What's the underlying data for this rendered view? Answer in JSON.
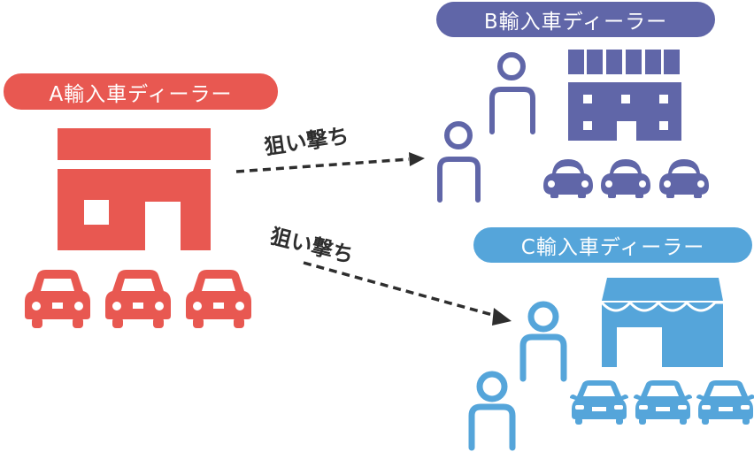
{
  "colors": {
    "dealer_a": "#e85851",
    "dealer_b": "#6066a8",
    "dealer_c": "#55a5da",
    "arrow": "#2e2e2e"
  },
  "dealers": {
    "a": {
      "label": "A輸入車ディーラー",
      "icon": "store-building-icon",
      "cars": 3,
      "people": 0
    },
    "b": {
      "label": "B輸入車ディーラー",
      "icon": "office-building-icon",
      "cars": 3,
      "people": 2
    },
    "c": {
      "label": "C輸入車ディーラー",
      "icon": "awning-shop-icon",
      "cars": 3,
      "people": 2
    }
  },
  "arrows": [
    {
      "label": "狙い撃ち",
      "from": "a",
      "to": "b"
    },
    {
      "label": "狙い撃ち",
      "from": "a",
      "to": "c"
    }
  ]
}
